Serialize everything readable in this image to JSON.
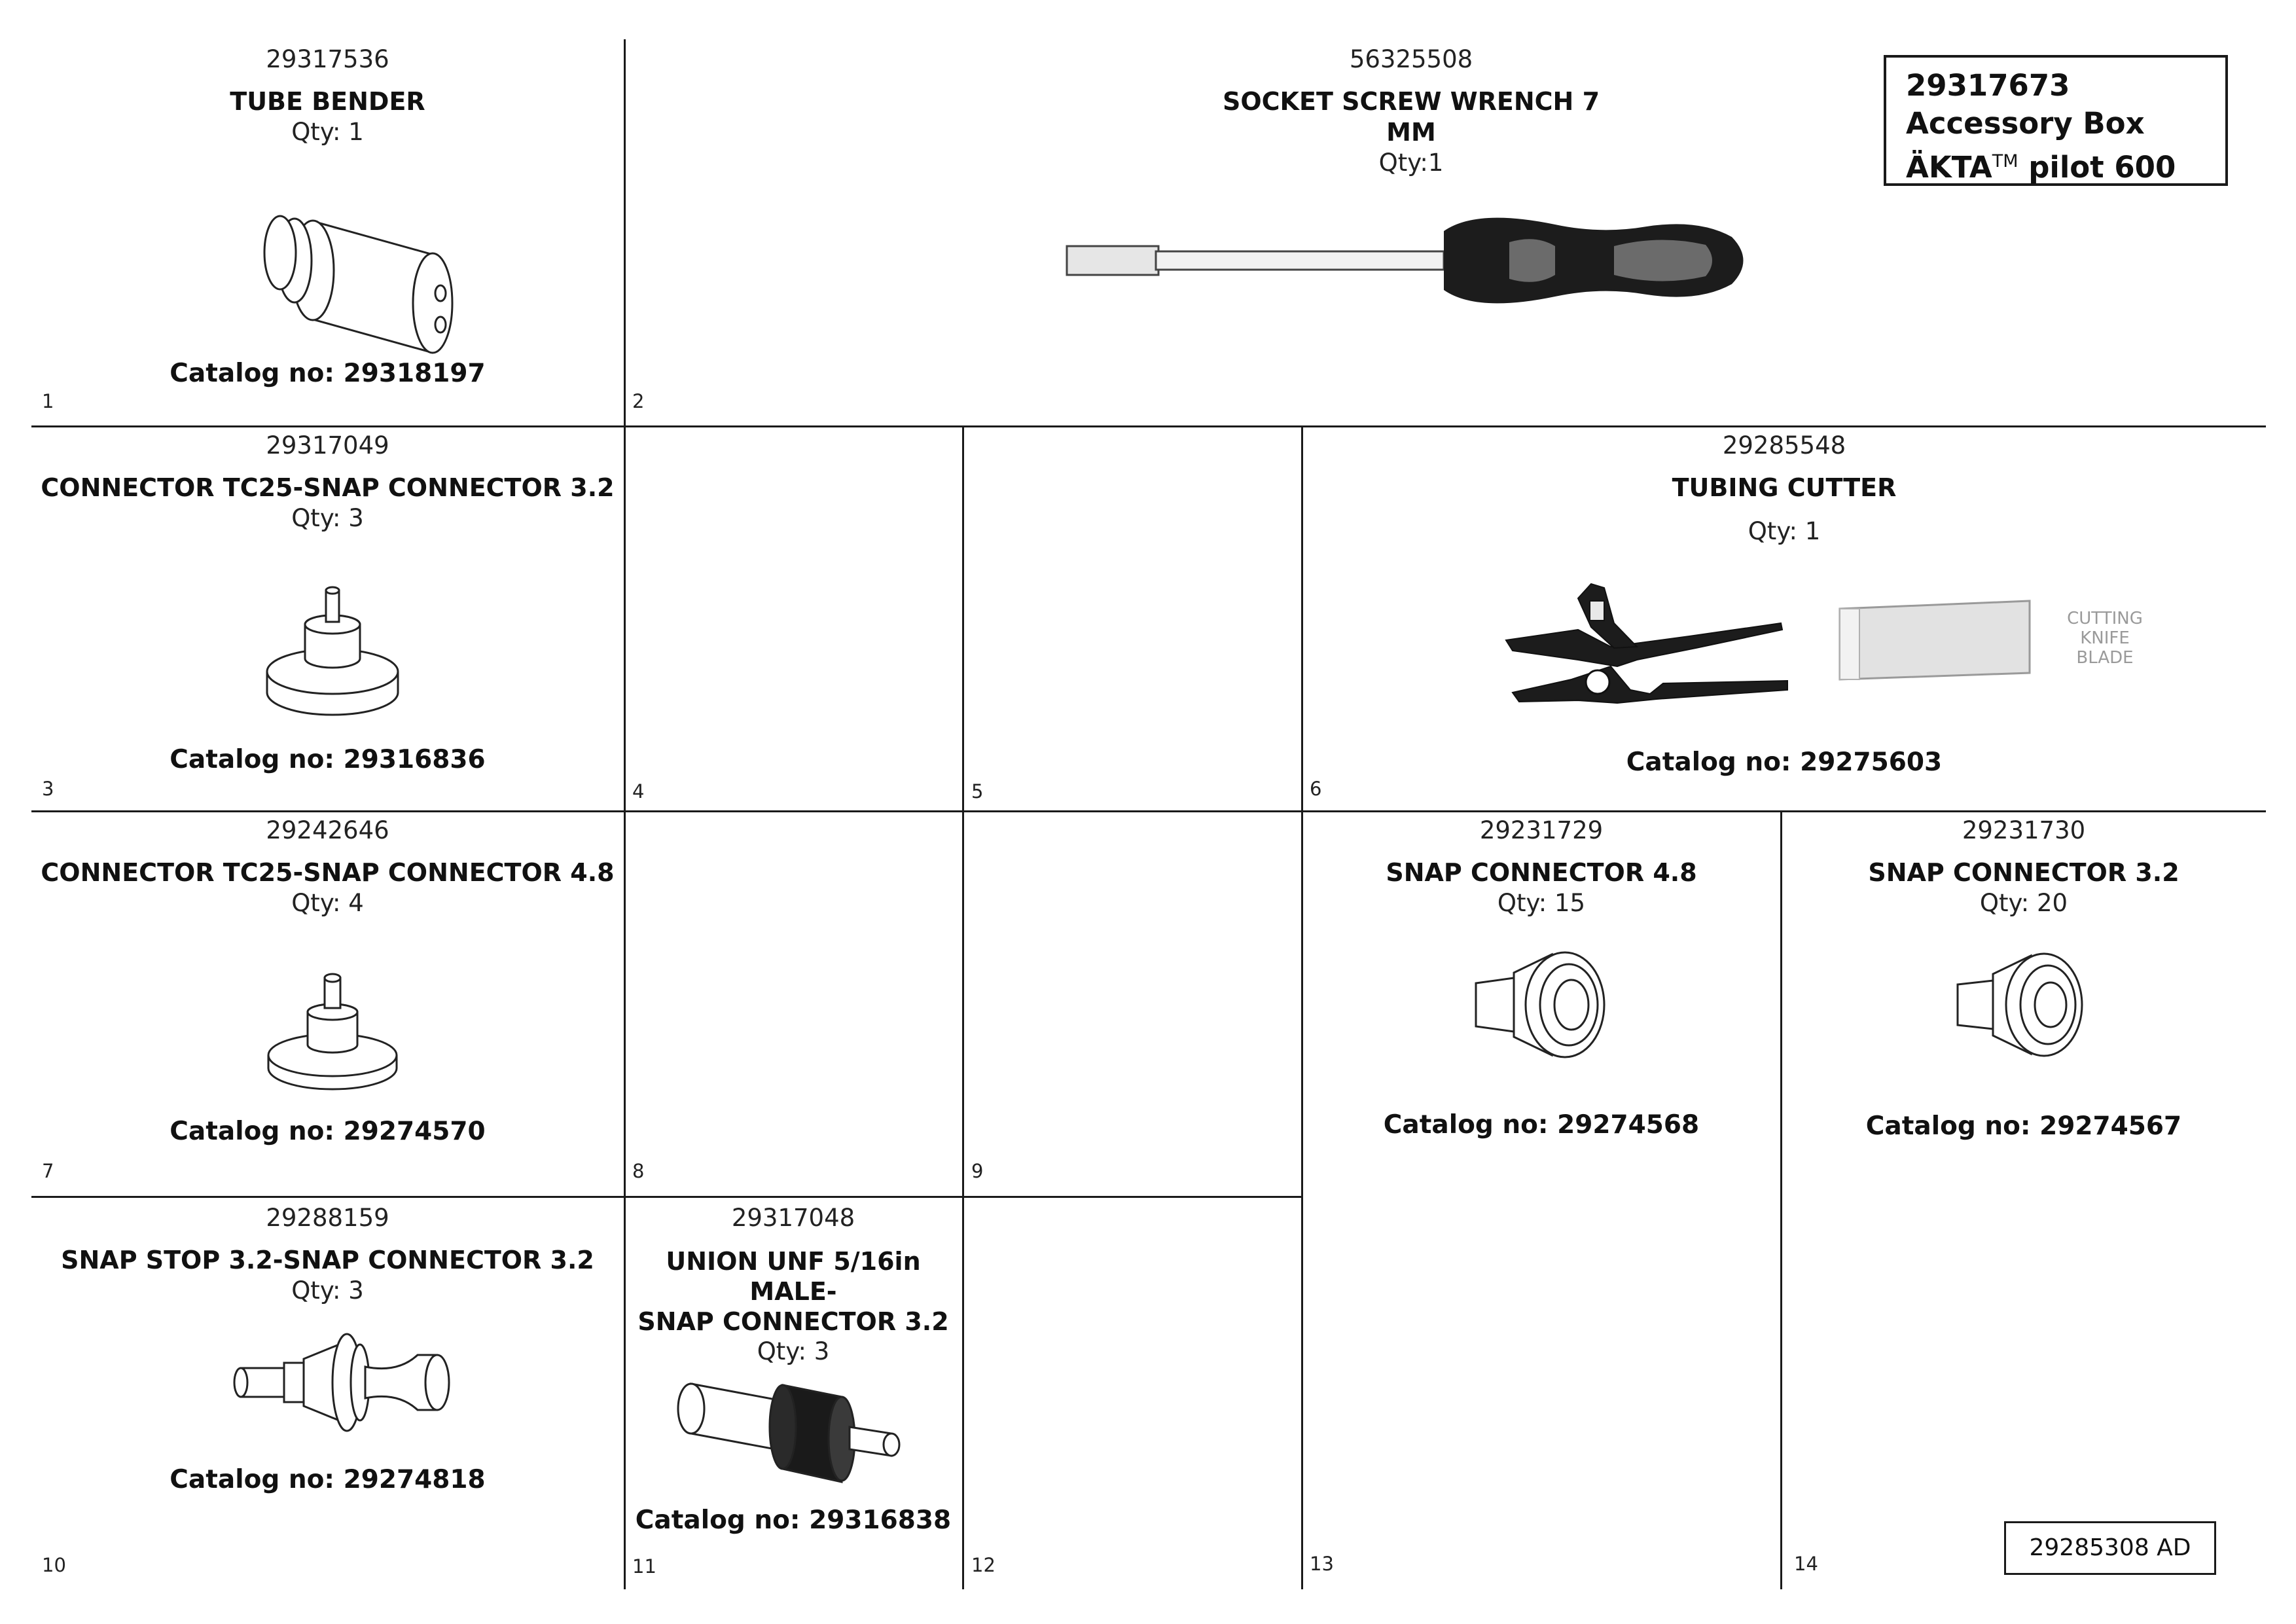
{
  "header": {
    "part_number": "29317673",
    "line1": "Accessory Box",
    "line2_main": "ÄKTA",
    "line2_tm": "TM",
    "line2_rest": " pilot 600"
  },
  "footer": {
    "doc_code": "29285308 AD"
  },
  "cells": [
    {
      "index": "1",
      "part": "29317536",
      "name": "TUBE BENDER",
      "qty": "Qty: 1",
      "catalog": "Catalog no: 29318197"
    },
    {
      "index": "2",
      "part": "56325508",
      "name": "SOCKET SCREW WRENCH 7 MM",
      "qty": "Qty:1"
    },
    {
      "index": "3",
      "part": "29317049",
      "name": "CONNECTOR TC25-SNAP CONNECTOR 3.2",
      "qty": "Qty: 3",
      "catalog": "Catalog no: 29316836"
    },
    {
      "index": "4"
    },
    {
      "index": "5"
    },
    {
      "index": "6",
      "part": "29285548",
      "name": "TUBING CUTTER",
      "qty": "Qty: 1",
      "catalog": "Catalog no: 29275603"
    },
    {
      "index": "7",
      "part": "29242646",
      "name": "CONNECTOR TC25-SNAP CONNECTOR 4.8",
      "qty": "Qty: 4",
      "catalog": "Catalog no: 29274570"
    },
    {
      "index": "8"
    },
    {
      "index": "9"
    },
    {
      "index": "10",
      "part": "29288159",
      "name": "SNAP STOP 3.2-SNAP CONNECTOR 3.2",
      "qty": "Qty: 3",
      "catalog": "Catalog no: 29274818"
    },
    {
      "index": "11",
      "part": "29317048",
      "name_line1": "UNION UNF 5/16in MALE-",
      "name_line2": "SNAP CONNECTOR 3.2",
      "qty": "Qty: 3",
      "catalog": "Catalog no: 29316838"
    },
    {
      "index": "12"
    },
    {
      "index": "13",
      "part": "29231729",
      "name": "SNAP CONNECTOR 4.8",
      "qty": "Qty: 15",
      "catalog": "Catalog no: 29274568"
    },
    {
      "index": "14",
      "part": "29231730",
      "name": "SNAP CONNECTOR 3.2",
      "qty": "Qty: 20",
      "catalog": "Catalog no: 29274567"
    }
  ],
  "blade_label": [
    "CUTTING",
    "KNIFE",
    "BLADE"
  ]
}
